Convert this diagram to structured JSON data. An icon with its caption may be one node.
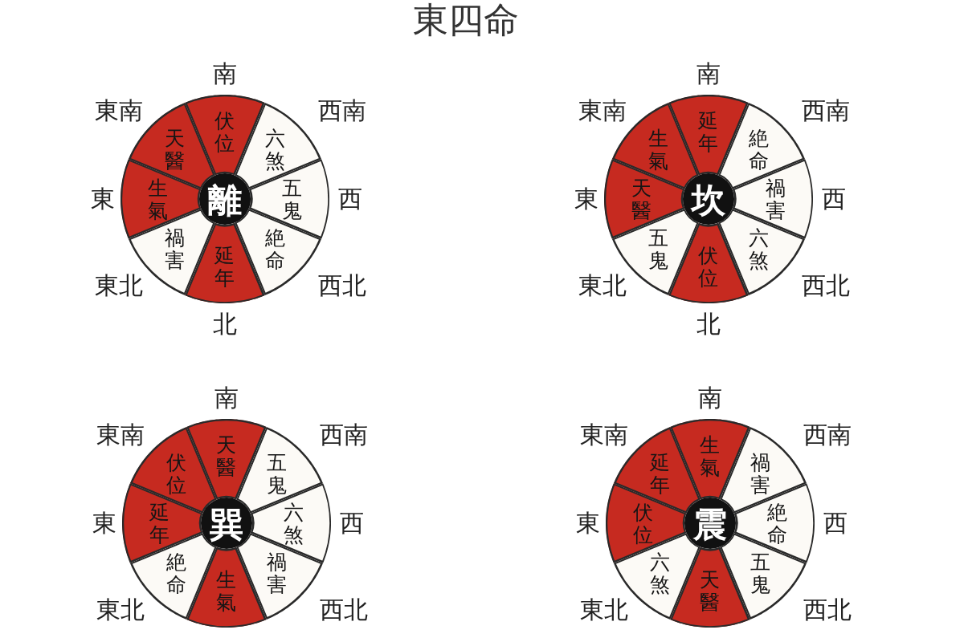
{
  "diagram": {
    "title": "東四命",
    "nodes": [
      {
        "text": [
          "伏位"
        ]
      },
      {
        "text": [
          "天醫"
        ]
      },
      {
        "text": [
          "六煞"
        ]
      },
      {
        "text": [
          "生氣"
        ]
      },
      {
        "text": [
          "離"
        ]
      },
      {
        "text": [
          "五鬼"
        ]
      },
      {
        "text": [
          "禍害"
        ]
      },
      {
        "text": [
          "絶命"
        ]
      },
      {
        "text": [
          "延年"
        ]
      },
      {
        "text": [
          "延年"
        ]
      },
      {
        "text": [
          "生氣"
        ]
      },
      {
        "text": [
          "絶命"
        ]
      },
      {
        "text": [
          "天醫"
        ]
      },
      {
        "text": [
          "坎"
        ]
      },
      {
        "text": [
          "禍害"
        ]
      },
      {
        "text": [
          "五鬼"
        ]
      },
      {
        "text": [
          "六煞"
        ]
      },
      {
        "text": [
          "伏位"
        ]
      },
      {
        "text": [
          "天醫"
        ]
      },
      {
        "text": [
          "伏位"
        ]
      },
      {
        "text": [
          "五鬼"
        ]
      },
      {
        "text": [
          "延年"
        ]
      },
      {
        "text": [
          "巽"
        ]
      },
      {
        "text": [
          "六煞"
        ]
      },
      {
        "text": [
          "絶命"
        ]
      },
      {
        "text": [
          "禍害"
        ]
      },
      {
        "text": [
          "生氣"
        ]
      },
      {
        "text": [
          "生氣"
        ]
      },
      {
        "text": [
          "延年"
        ]
      },
      {
        "text": [
          "禍害"
        ]
      },
      {
        "text": [
          "伏位"
        ]
      },
      {
        "text": [
          "震"
        ]
      },
      {
        "text": [
          "絶命"
        ]
      },
      {
        "text": [
          "六煞"
        ]
      },
      {
        "text": [
          "五鬼"
        ]
      },
      {
        "text": [
          "天醫"
        ]
      }
    ],
    "labels": [
      "南",
      "東南",
      "西南",
      "東",
      "西",
      "東北",
      "西北",
      "北",
      "南",
      "東南",
      "西南",
      "東",
      "西",
      "東北",
      "西北",
      "北",
      "南",
      "東南",
      "西南",
      "東",
      "西",
      "東北",
      "西北",
      "南",
      "東南",
      "西南",
      "東",
      "西",
      "東北",
      "西北"
    ]
  }
}
